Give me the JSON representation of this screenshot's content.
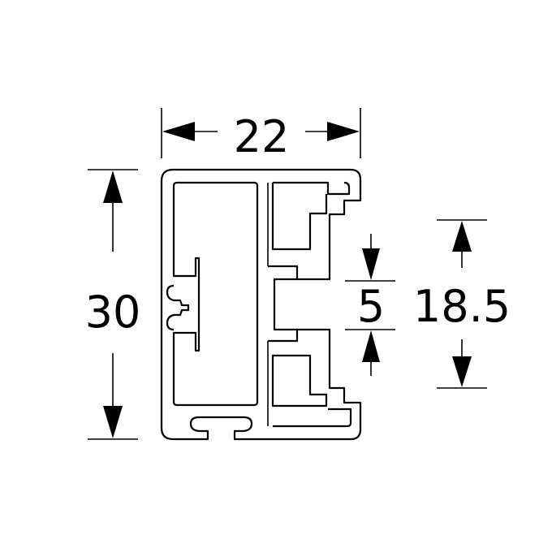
{
  "dimensions": {
    "width": "22",
    "height": "30",
    "slot": "5",
    "channel": "18.5"
  },
  "colors": {
    "line": "#000000",
    "background": "#ffffff"
  }
}
